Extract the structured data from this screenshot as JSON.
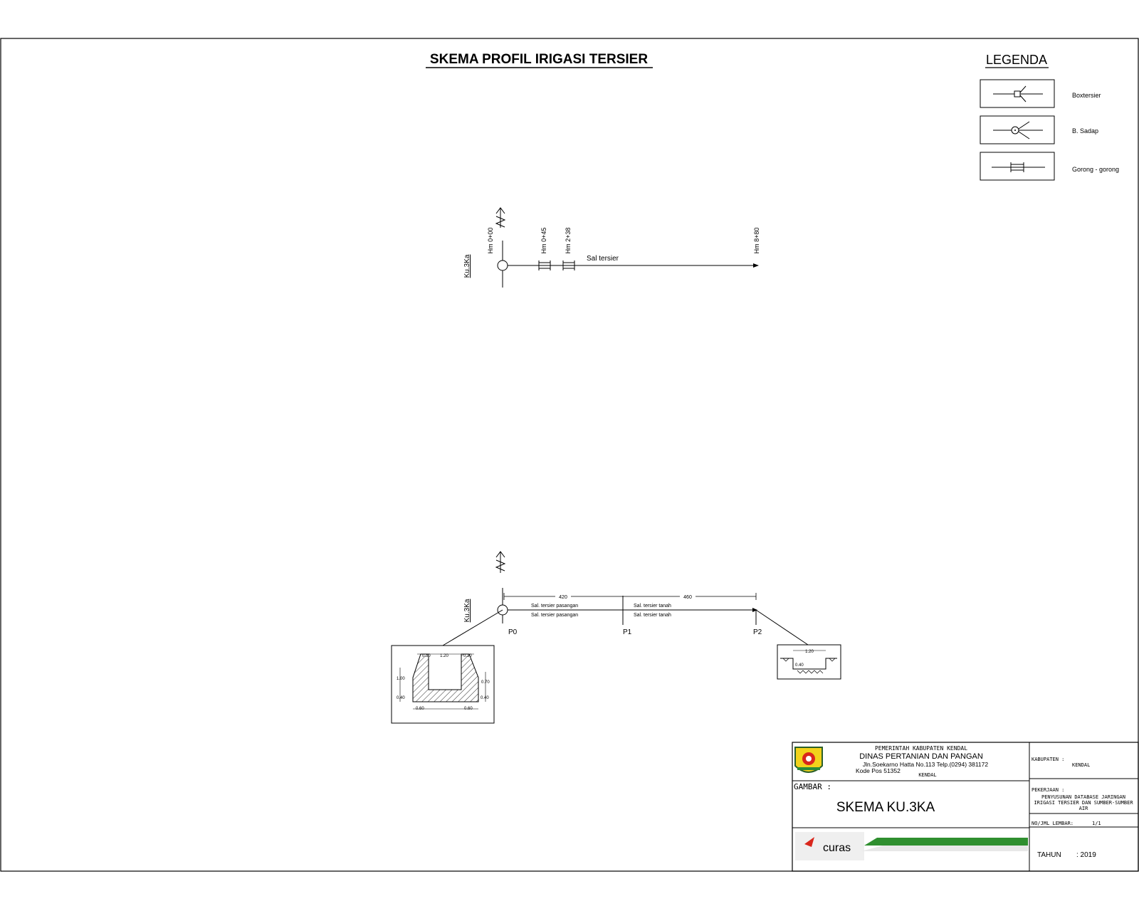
{
  "title": "SKEMA PROFIL IRIGASI TERSIER",
  "legend": {
    "heading": "LEGENDA",
    "items": [
      {
        "label": "Boxtersier",
        "symbol": "box-tersier-symbol"
      },
      {
        "label": "B. Sadap",
        "symbol": "bangunan-sadap-symbol"
      },
      {
        "label": "Gorong - gorong",
        "symbol": "culvert-symbol"
      }
    ]
  },
  "scheme": {
    "channel_id": "Ku.3Ka",
    "stations": [
      "Hm 0+00",
      "Hm 0+45",
      "Hm 2+38",
      "Hm 8+80"
    ],
    "channel_label": "Sal tersier"
  },
  "profile": {
    "channel_id": "Ku.3Ka",
    "points": [
      "P0",
      "P1",
      "P2"
    ],
    "segment_lengths": [
      "420",
      "460"
    ],
    "segment_notes": [
      [
        "Sal. tersier pasangan",
        "Sal. tersier pasangan"
      ],
      [
        "Sal. tersier tanah",
        "Sal. tersier tanah"
      ]
    ],
    "section_left": {
      "dims": [
        "0.30",
        "1.20",
        "0.30",
        "1.00",
        "0.70",
        "0.40",
        "0.40",
        "0.60",
        "0.60"
      ]
    },
    "section_right": {
      "dims": [
        "1.20",
        "0.40"
      ]
    }
  },
  "title_block": {
    "agency": "PEMERINTAH KABUPATEN KENDAL",
    "department": "DINAS PERTANIAN DAN PANGAN",
    "address": "Jln.Soekarno Hatta No.113 Telp.(0294) 381172",
    "postal": "Kode Pos 51352",
    "city": "KENDAL",
    "drawing_label": "GAMBAR :",
    "drawing_title": "SKEMA KU.3KA",
    "kabupaten_label": "KABUPATEN :",
    "kabupaten_value": "KENDAL",
    "pekerjaan_label": "PEKERJAAN :",
    "pekerjaan_lines": [
      "PENYUSUNAN DATABASE JARINGAN",
      "IRIGASI TERSIER DAN SUMBER-SUMBER",
      "AIR"
    ],
    "sheet_label": "NO/JML LEMBAR:",
    "sheet_value": "1/1",
    "tahun_label": "TAHUN",
    "tahun_value": ": 2019",
    "consultant_logo": "curas"
  }
}
